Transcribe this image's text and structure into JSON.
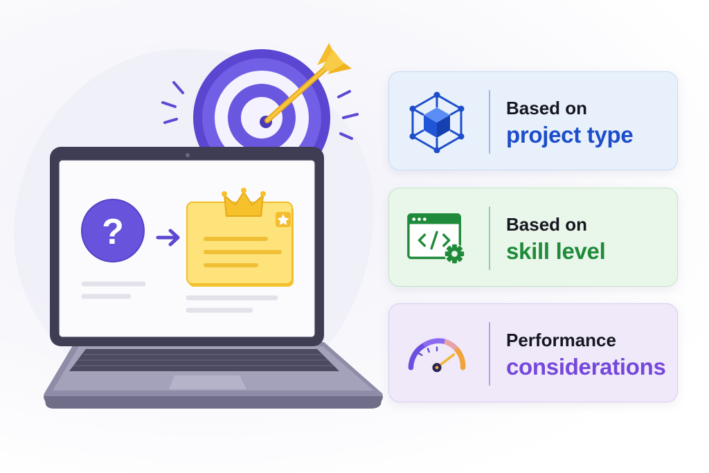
{
  "cards": [
    {
      "id": "project-type",
      "line1": "Based on",
      "line2": "project type",
      "icon": "cube-network-icon",
      "accent": "#1d4ec9",
      "background": "#e8f0fc"
    },
    {
      "id": "skill-level",
      "line1": "Based on",
      "line2": "skill level",
      "icon": "code-window-gear-icon",
      "accent": "#1f8b3a",
      "background": "#e9f6ea"
    },
    {
      "id": "performance",
      "line1": "Performance",
      "line2": "considerations",
      "icon": "speedometer-icon",
      "accent": "#7548db",
      "background": "#efe9fa"
    }
  ],
  "illustration": {
    "target": "target-with-arrow-icon",
    "laptop": "laptop-icon",
    "question": "question-mark-icon",
    "arrow": "arrow-right-icon",
    "result_card": "highlighted-card-icon",
    "crown": "crown-icon",
    "star": "star-icon"
  },
  "colors": {
    "purple": "#6451d8",
    "gold": "#f5c63d",
    "blue": "#1d4ec9",
    "green": "#1f8b3a"
  }
}
